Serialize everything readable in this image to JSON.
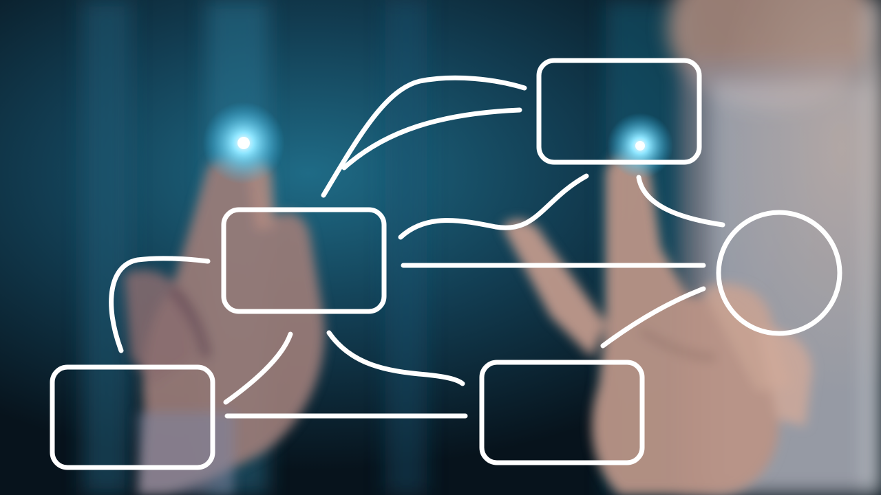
{
  "colors": {
    "background_dark": "#0a1a26",
    "background_teal": "#1d5a73",
    "glow_cyan": "#5fd4ff",
    "skin": "#b89384",
    "skin_shadow": "#6e5660",
    "shirt": "#c9ced6",
    "line_white": "#ffffff"
  },
  "diagram": {
    "node_shapes": [
      "rectangle",
      "rectangle",
      "rectangle",
      "rectangle",
      "circle"
    ],
    "connector_style": "curved-white-lines"
  }
}
